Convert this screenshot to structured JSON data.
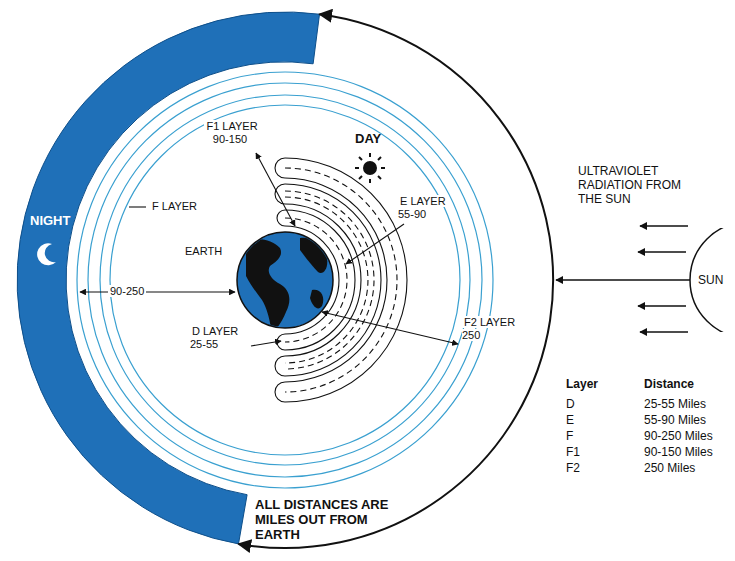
{
  "diagram": {
    "nodes": [
      {
        "text": [
          "SUN"
        ]
      }
    ],
    "labels": [
      "DAY",
      "NIGHT",
      "ULTRAVIOLET RADIATION FROM THE SUN",
      "F LAYER",
      "F1 LAYER 90-150",
      "E LAYER 55-90",
      "EARTH",
      "90-250",
      "D LAYER 25-55",
      "F2 LAYER 250",
      "ALL DISTANCES ARE MILES OUT FROM EARTH",
      "Layer",
      "Distance",
      "D",
      "25-55 Miles",
      "E",
      "55-90 Miles",
      "F",
      "90-250 Miles",
      "F1",
      "90-150 Miles",
      "F2",
      "250 Miles"
    ]
  }
}
